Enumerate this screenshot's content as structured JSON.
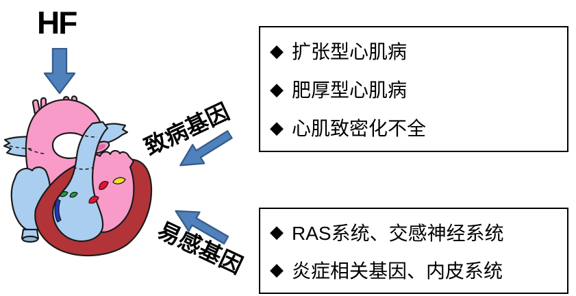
{
  "title": {
    "text": "HF"
  },
  "annotations": {
    "pathogenic_genes": "致病基因",
    "susceptibility_genes": "易感基因"
  },
  "boxes": {
    "pathogenic": {
      "items": [
        "扩张型心肌病",
        "肥厚型心肌病",
        "心肌致密化不全"
      ]
    },
    "susceptibility": {
      "items": [
        "RAS系统、交感神经系统",
        "炎症相关基因、内皮系统"
      ]
    }
  },
  "icons": {
    "bullet": "◆",
    "down_arrow": "block-arrow-down",
    "pathogenic_arrow": "block-arrow-down-left",
    "susceptibility_arrow": "block-arrow-up-left",
    "heart": "anatomical-heart-illustration"
  },
  "colors": {
    "arrow_fill": "#4F81BD",
    "arrow_stroke": "#385D8A",
    "heart_pink": "#F89BC9",
    "heart_blue": "#A9CEEF",
    "heart_dark_red": "#B23438",
    "vessel_cut_pink": "#DB6CA8",
    "vessel_cut_blue": "#90B8D8",
    "valve_green": "#1EA43C",
    "valve_red": "#E8112D",
    "valve_yellow": "#F3DF26",
    "valve_blue": "#2137B8",
    "outline": "#1A1A1A",
    "box_border": "#000000",
    "text": "#000000"
  }
}
